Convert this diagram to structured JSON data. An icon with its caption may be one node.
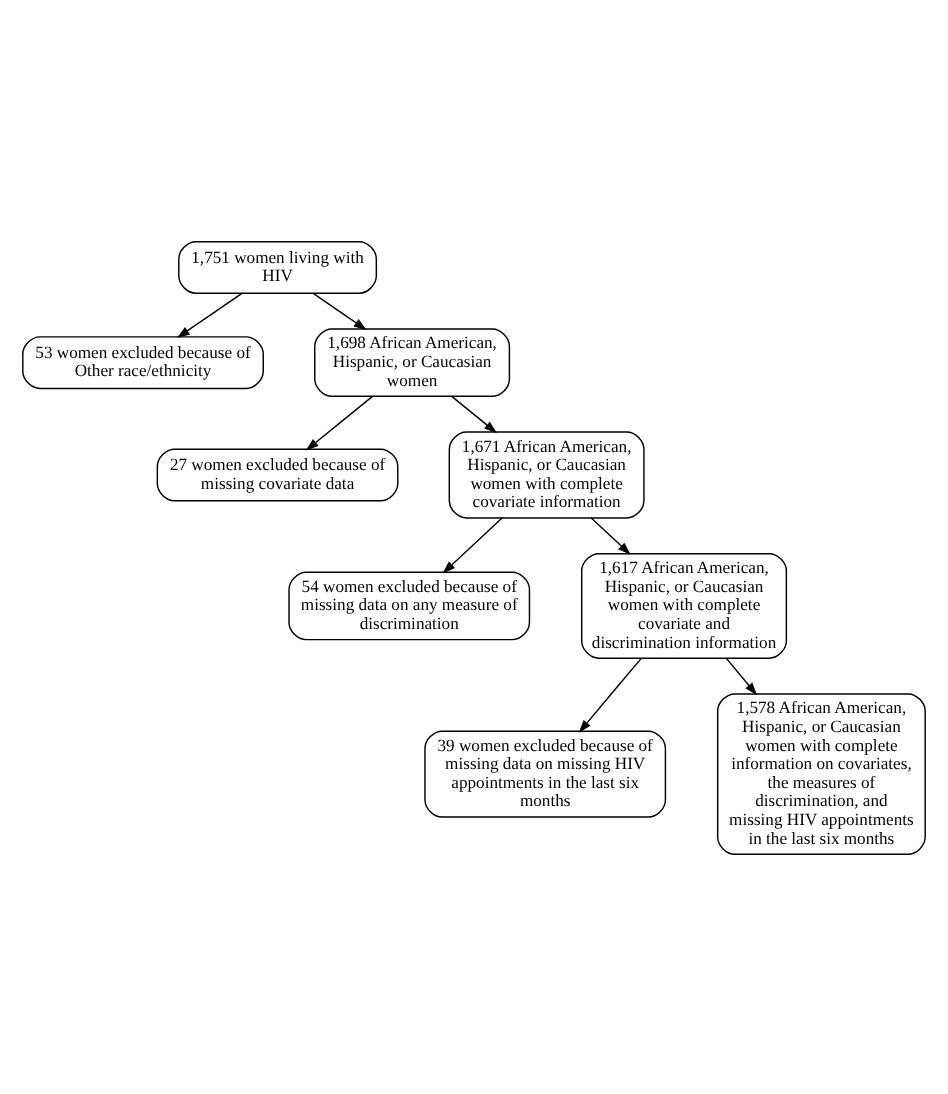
{
  "diagram": {
    "nodes": [
      {
        "text": [
          "1,751 women living with HIV"
        ]
      },
      {
        "text": [
          "53 women excluded because of Other race/ethnicity"
        ]
      },
      {
        "text": [
          "1,698 African American, Hispanic, or Caucasian women"
        ]
      },
      {
        "text": [
          "27 women excluded because of missing covariate data"
        ]
      },
      {
        "text": [
          "1,671 African American, Hispanic, or Caucasian women with complete covariate information"
        ]
      },
      {
        "text": [
          "54 women excluded because of missing data on any measure of discrimination"
        ]
      },
      {
        "text": [
          "1,617 African American, Hispanic, or Caucasian women with complete covariate and discrimination information"
        ]
      },
      {
        "text": [
          "39 women excluded because of missing data on missing HIV appointments in the last six months"
        ]
      },
      {
        "text": [
          "1,578 African American, Hispanic, or Caucasian women with complete information on covariates, the measures of discrimination, and missing HIV appointments in the last six months"
        ]
      }
    ],
    "edges": [
      {
        "from": 0,
        "to": 2,
        "arrow": "to"
      },
      {
        "from": 0,
        "to": 1,
        "arrow": "to"
      },
      {
        "from": 2,
        "to": 4,
        "arrow": "to"
      },
      {
        "from": 2,
        "to": 3,
        "arrow": "to"
      },
      {
        "from": 4,
        "to": 6,
        "arrow": "to"
      },
      {
        "from": 4,
        "to": 5,
        "arrow": "to"
      },
      {
        "from": 6,
        "to": 8,
        "arrow": "to"
      },
      {
        "from": 6,
        "to": 7,
        "arrow": "to"
      }
    ]
  }
}
